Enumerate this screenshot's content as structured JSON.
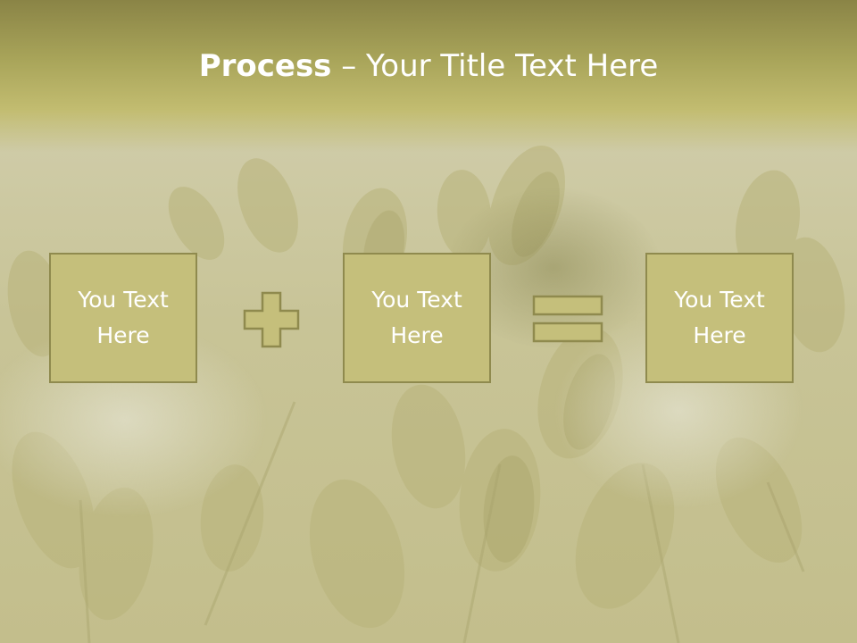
{
  "slide": {
    "title_bold": "Process",
    "title_rest": " – Your Title Text Here"
  },
  "process": {
    "steps": [
      {
        "label": "You Text Here"
      },
      {
        "label": "You Text Here"
      },
      {
        "label": "You Text Here"
      }
    ],
    "operators": [
      "plus-icon",
      "equals-icon"
    ]
  },
  "colors": {
    "header_top": "#8a8446",
    "header_bottom": "#c2bc70",
    "box_fill": "#c5bf7b",
    "box_border": "#8f8a4e",
    "text": "#ffffff"
  }
}
